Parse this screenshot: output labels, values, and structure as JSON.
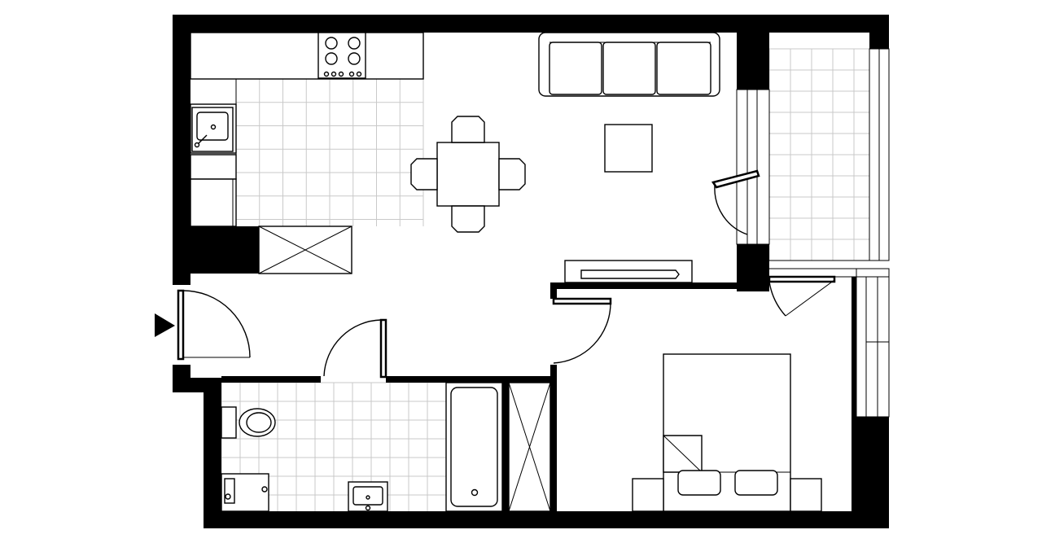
{
  "plan": {
    "entrance_marker": "triangle-arrow-icon",
    "colors": {
      "wall": "#000000",
      "background": "#ffffff",
      "tile_grid": "#c9c9c9"
    },
    "rooms": [
      "kitchen-living",
      "balcony",
      "bathroom",
      "bedroom",
      "hallway"
    ]
  }
}
